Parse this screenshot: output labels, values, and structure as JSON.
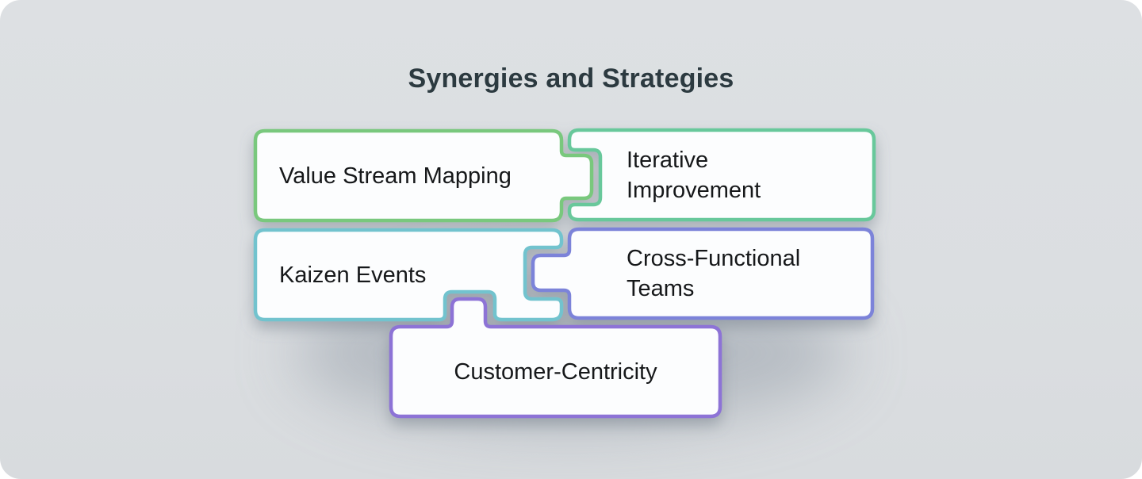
{
  "title": "Synergies and Strategies",
  "pieces": [
    {
      "id": "value-stream-mapping",
      "label": "Value Stream Mapping",
      "border_color": "#79c87d"
    },
    {
      "id": "iterative-improvement",
      "label": "Iterative Improvement",
      "border_color": "#68c89b"
    },
    {
      "id": "kaizen-events",
      "label": "Kaizen Events",
      "border_color": "#72c3ce"
    },
    {
      "id": "cross-functional-teams",
      "label": "Cross-Functional Teams",
      "border_color": "#7b83d9"
    },
    {
      "id": "customer-centricity",
      "label": "Customer-Centricity",
      "border_color": "#8d73d6"
    }
  ],
  "colors": {
    "canvas_background": "#dcdfe2",
    "piece_fill": "#fcfdfe",
    "title_text": "#2c3a40",
    "label_text": "#16181a",
    "shadow": "#6b7683"
  }
}
